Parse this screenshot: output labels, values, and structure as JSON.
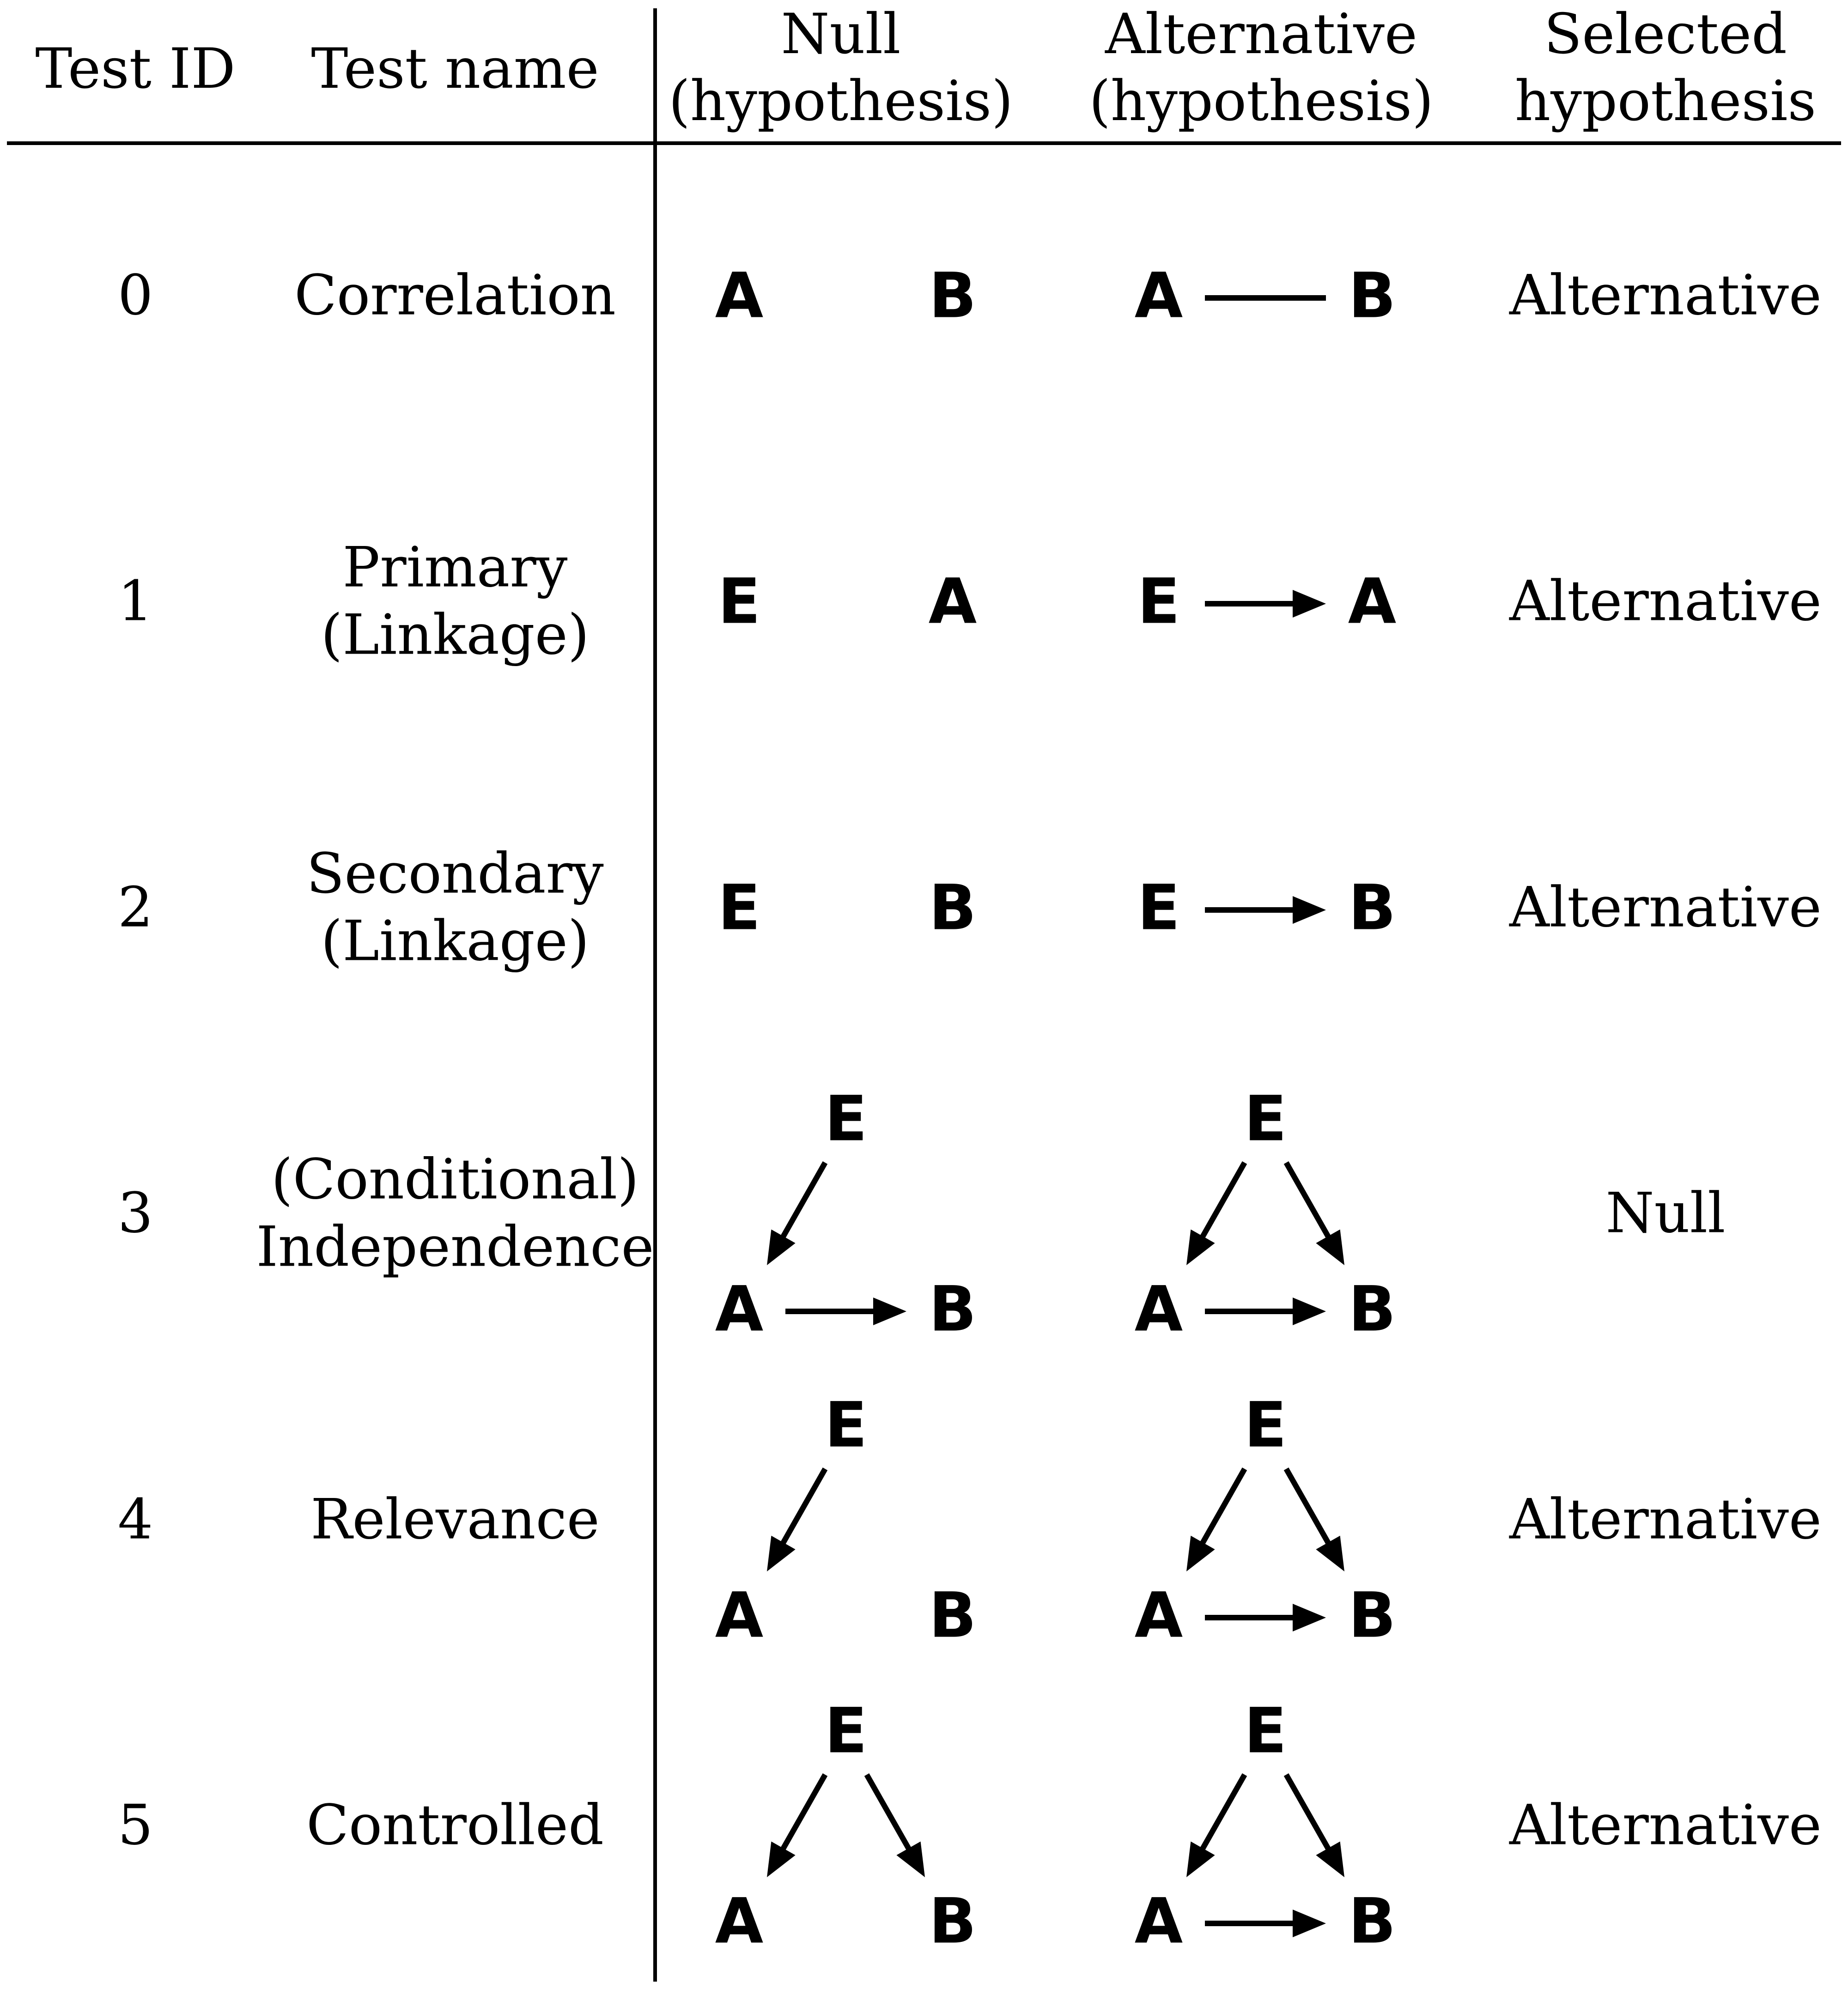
{
  "header": {
    "test_id": "Test ID",
    "test_name": "Test name",
    "null_l1": "Null",
    "null_l2": "(hypothesis)",
    "alt_l1": "Alternative",
    "alt_l2": "(hypothesis)",
    "sel_l1": "Selected",
    "sel_l2": "hypothesis"
  },
  "rows": [
    {
      "id": "0",
      "name": [
        "Correlation"
      ],
      "null": {
        "edges": []
      },
      "alternative": {
        "edges": [
          [
            "A",
            "B",
            "line"
          ]
        ]
      },
      "selected": "Alternative"
    },
    {
      "id": "1",
      "name": [
        "Primary",
        "(Linkage)"
      ],
      "null": {
        "edges": []
      },
      "alternative": {
        "edges": [
          [
            "E",
            "A",
            "arrow"
          ]
        ]
      },
      "selected": "Alternative"
    },
    {
      "id": "2",
      "name": [
        "Secondary",
        "(Linkage)"
      ],
      "null": {
        "edges": []
      },
      "alternative": {
        "edges": [
          [
            "E",
            "B",
            "arrow"
          ]
        ]
      },
      "selected": "Alternative"
    },
    {
      "id": "3",
      "name": [
        "(Conditional)",
        "Independence"
      ],
      "null": {
        "edges": [
          [
            "E",
            "A",
            "arrow"
          ],
          [
            "A",
            "B",
            "arrow"
          ]
        ]
      },
      "alternative": {
        "edges": [
          [
            "E",
            "A",
            "arrow"
          ],
          [
            "E",
            "B",
            "arrow"
          ],
          [
            "A",
            "B",
            "arrow"
          ]
        ]
      },
      "selected": "Null"
    },
    {
      "id": "4",
      "name": [
        "Relevance"
      ],
      "null": {
        "edges": [
          [
            "E",
            "A",
            "arrow"
          ]
        ]
      },
      "alternative": {
        "edges": [
          [
            "E",
            "A",
            "arrow"
          ],
          [
            "E",
            "B",
            "arrow"
          ],
          [
            "A",
            "B",
            "arrow"
          ]
        ]
      },
      "selected": "Alternative"
    },
    {
      "id": "5",
      "name": [
        "Controlled"
      ],
      "null": {
        "edges": [
          [
            "E",
            "A",
            "arrow"
          ],
          [
            "E",
            "B",
            "arrow"
          ]
        ]
      },
      "alternative": {
        "edges": [
          [
            "E",
            "A",
            "arrow"
          ],
          [
            "E",
            "B",
            "arrow"
          ],
          [
            "A",
            "B",
            "arrow"
          ]
        ]
      },
      "selected": "Alternative"
    }
  ]
}
